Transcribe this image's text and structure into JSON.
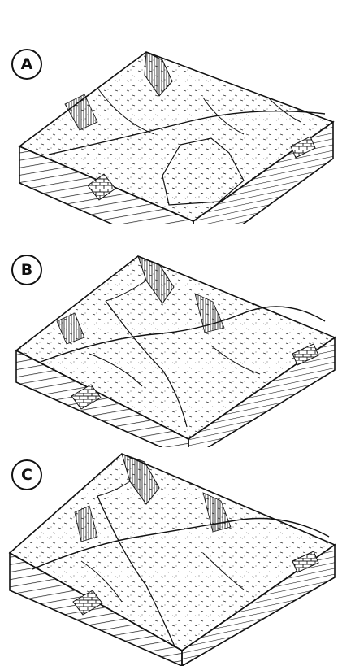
{
  "figure": {
    "panels": [
      {
        "label": "A"
      },
      {
        "label": "B"
      },
      {
        "label": "C"
      }
    ]
  },
  "colors": {
    "ink": "#111111",
    "paper": "#ffffff"
  },
  "icons": {
    "limestone": "brick-pattern-icon",
    "strata": "bedding-lines-icon"
  }
}
